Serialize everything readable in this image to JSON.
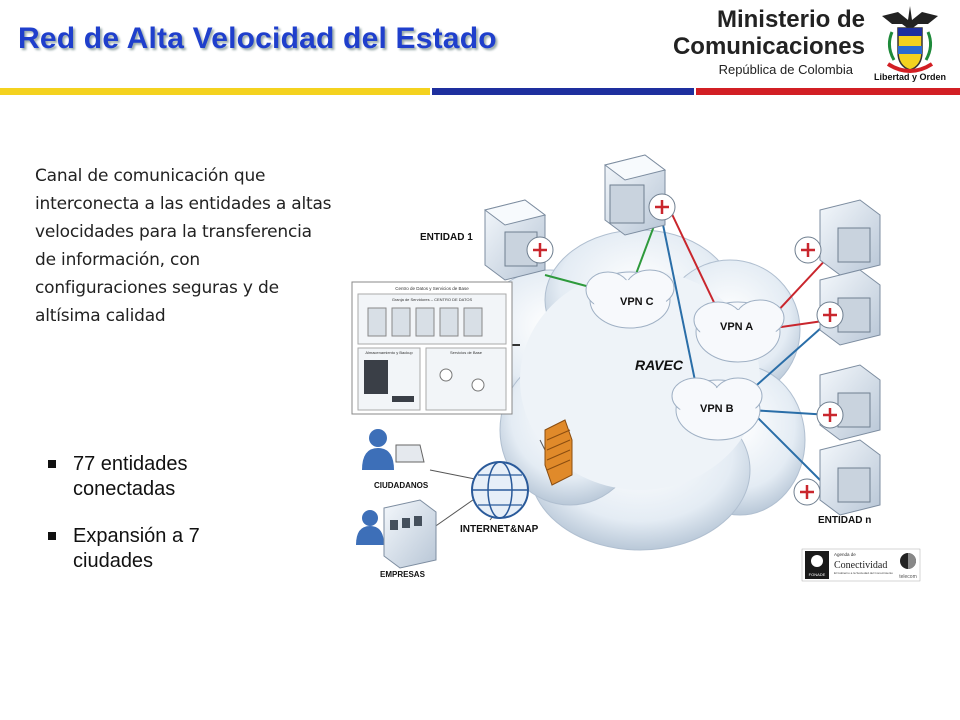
{
  "header": {
    "title": "Red de Alta Velocidad del Estado",
    "ministry_line1": "Ministerio de",
    "ministry_line2": "Comunicaciones",
    "ministry_line3": "República de Colombia",
    "motto": "Libertad y Orden"
  },
  "colors": {
    "title": "#1f3fcc",
    "band_yellow": "#f4d21f",
    "band_blue": "#1e2f9e",
    "band_red": "#d21f24"
  },
  "description": "Canal de comunicación que interconecta a las entidades a altas velocidades para la transferencia de información, con configuraciones seguras y de altísima calidad",
  "bullets": [
    {
      "text": "77 entidades conectadas"
    },
    {
      "text": "Expansión a 7 ciudades"
    }
  ],
  "diagram": {
    "entidad_1": "ENTIDAD 1",
    "entidad_n": "ENTIDAD n",
    "vpn_a": "VPN A",
    "vpn_b": "VPN B",
    "vpn_c": "VPN C",
    "ravec": "RAVEC",
    "ciudadanos": "CIUDADANOS",
    "empresas": "EMPRESAS",
    "internet": "INTERNET&NAP",
    "datacenter_title": "Centro de Datos y Servicios de Base",
    "datacenter_servers": "Granja de Servidores – CENTRO DE DATOS",
    "datacenter_storage": "Almacenamiento y Backup",
    "datacenter_services": "Servicios de Base",
    "logo_agency_small": "Agenda de",
    "logo_agency": "Conectividad",
    "logo_agency_sub": "El Gobierno a la Sociedad del Conocimiento",
    "logo_telecom": "telecom",
    "logo_fonade": "FONADE"
  }
}
